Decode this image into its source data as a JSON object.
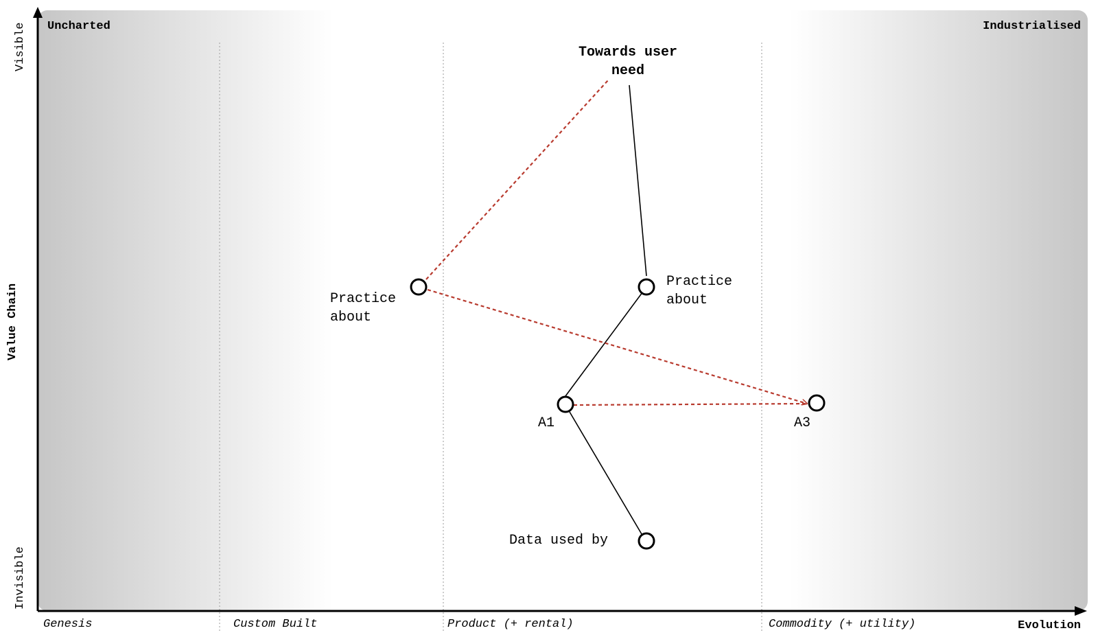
{
  "map": {
    "corner_left": "Uncharted",
    "corner_right": "Industrialised",
    "y_axis": {
      "label": "Value Chain",
      "top": "Visible",
      "bottom": "Invisible"
    },
    "x_axis": {
      "label": "Evolution"
    },
    "stages": [
      "Genesis",
      "Custom Built",
      "Product (+ rental)",
      "Commodity (+ utility)"
    ],
    "colors": {
      "link": "#000000",
      "movement": "#b83a2e",
      "shade": "#c8c8c8"
    }
  },
  "components": {
    "need": "Towards user\nneed",
    "practice_left": "Practice\nabout",
    "practice_right": "Practice\nabout",
    "a1": "A1",
    "a3": "A3",
    "data": "Data used by"
  }
}
